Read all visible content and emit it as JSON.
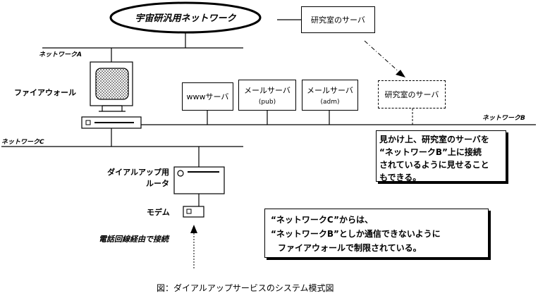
{
  "diagram": {
    "cloud_label": "宇宙研汎用ネットワーク",
    "net_a": "ネットワークA",
    "net_b": "ネットワークB",
    "net_c": "ネットワークC",
    "lab_server_top": "研究室のサーバ",
    "lab_server_virtual": "研究室のサーバ",
    "firewall": "ファイアウォール",
    "www_server": "wwwサーバ",
    "mail_pub_name": "メールサーバ",
    "mail_pub_tag": "(pub)",
    "mail_adm_name": "メールサーバ",
    "mail_adm_tag": "(adm)",
    "router_line1": "ダイアルアップ用",
    "router_line2": "ルータ",
    "modem": "モデム",
    "phone": "電話回線経由で接続",
    "note_right": [
      "見かけ上、研究室のサーバを",
      "“ネットワークB”上に接続",
      "されているように見せること",
      "もできる。"
    ],
    "note_bottom": [
      "“ネットワークC”からは、",
      "“ネットワークB”としか通信できないように",
      "ファイアウォールで制限されている。"
    ],
    "caption": "図：ダイアルアップサービスのシステム模式図"
  }
}
